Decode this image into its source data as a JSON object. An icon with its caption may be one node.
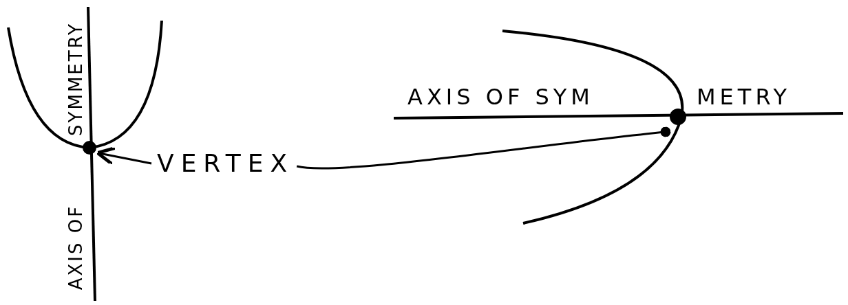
{
  "diagram": {
    "nodes": [
      {
        "text": [],
        "shape": "circle"
      },
      {
        "text": [
          "VERTEX"
        ]
      },
      {
        "text": [],
        "shape": "circle"
      }
    ],
    "edges": [
      {
        "from": 1,
        "to": 0,
        "arrow": "to"
      },
      {
        "from": 1,
        "to": 2,
        "arrow": "other"
      }
    ],
    "labels": [
      "SYMMETRY",
      "AXIS OF SYM",
      "METRY",
      "AXIS OF"
    ]
  }
}
